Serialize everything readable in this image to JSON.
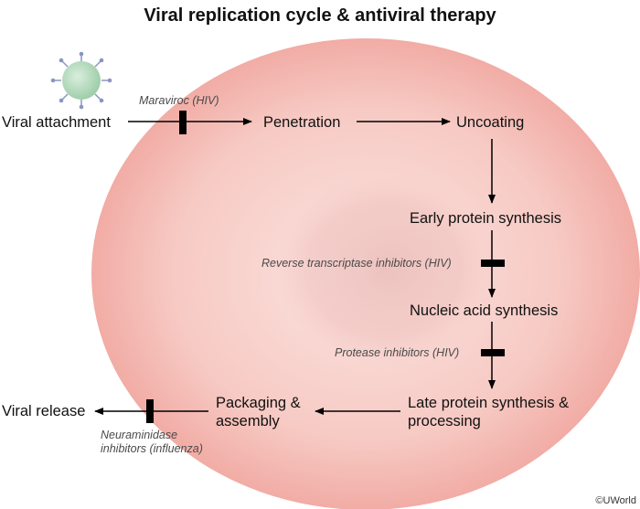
{
  "title": "Viral replication cycle & antiviral therapy",
  "steps": {
    "attachment": "Viral attachment",
    "penetration": "Penetration",
    "uncoating": "Uncoating",
    "early_protein": "Early protein synthesis",
    "nucleic_acid": "Nucleic acid synthesis",
    "late_protein_line1": "Late protein synthesis &",
    "late_protein_line2": "processing",
    "packaging_line1": "Packaging &",
    "packaging_line2": "assembly",
    "release": "Viral release"
  },
  "drugs": {
    "maraviroc": "Maraviroc (HIV)",
    "rti": "Reverse transcriptase inhibitors (HIV)",
    "protease": "Protease inhibitors (HIV)",
    "neuraminidase_line1": "Neuraminidase",
    "neuraminidase_line2": "inhibitors (influenza)"
  },
  "credit": "©UWorld",
  "colors": {
    "cell_light": "#fbe0dd",
    "cell_mid": "#f7c3bd",
    "cell_edge": "#f0a9a2",
    "nucleus": "#e6aeaa",
    "virus_body": "#b9ddc2",
    "virus_spike": "#8a96c2",
    "arrow": "#000000"
  }
}
